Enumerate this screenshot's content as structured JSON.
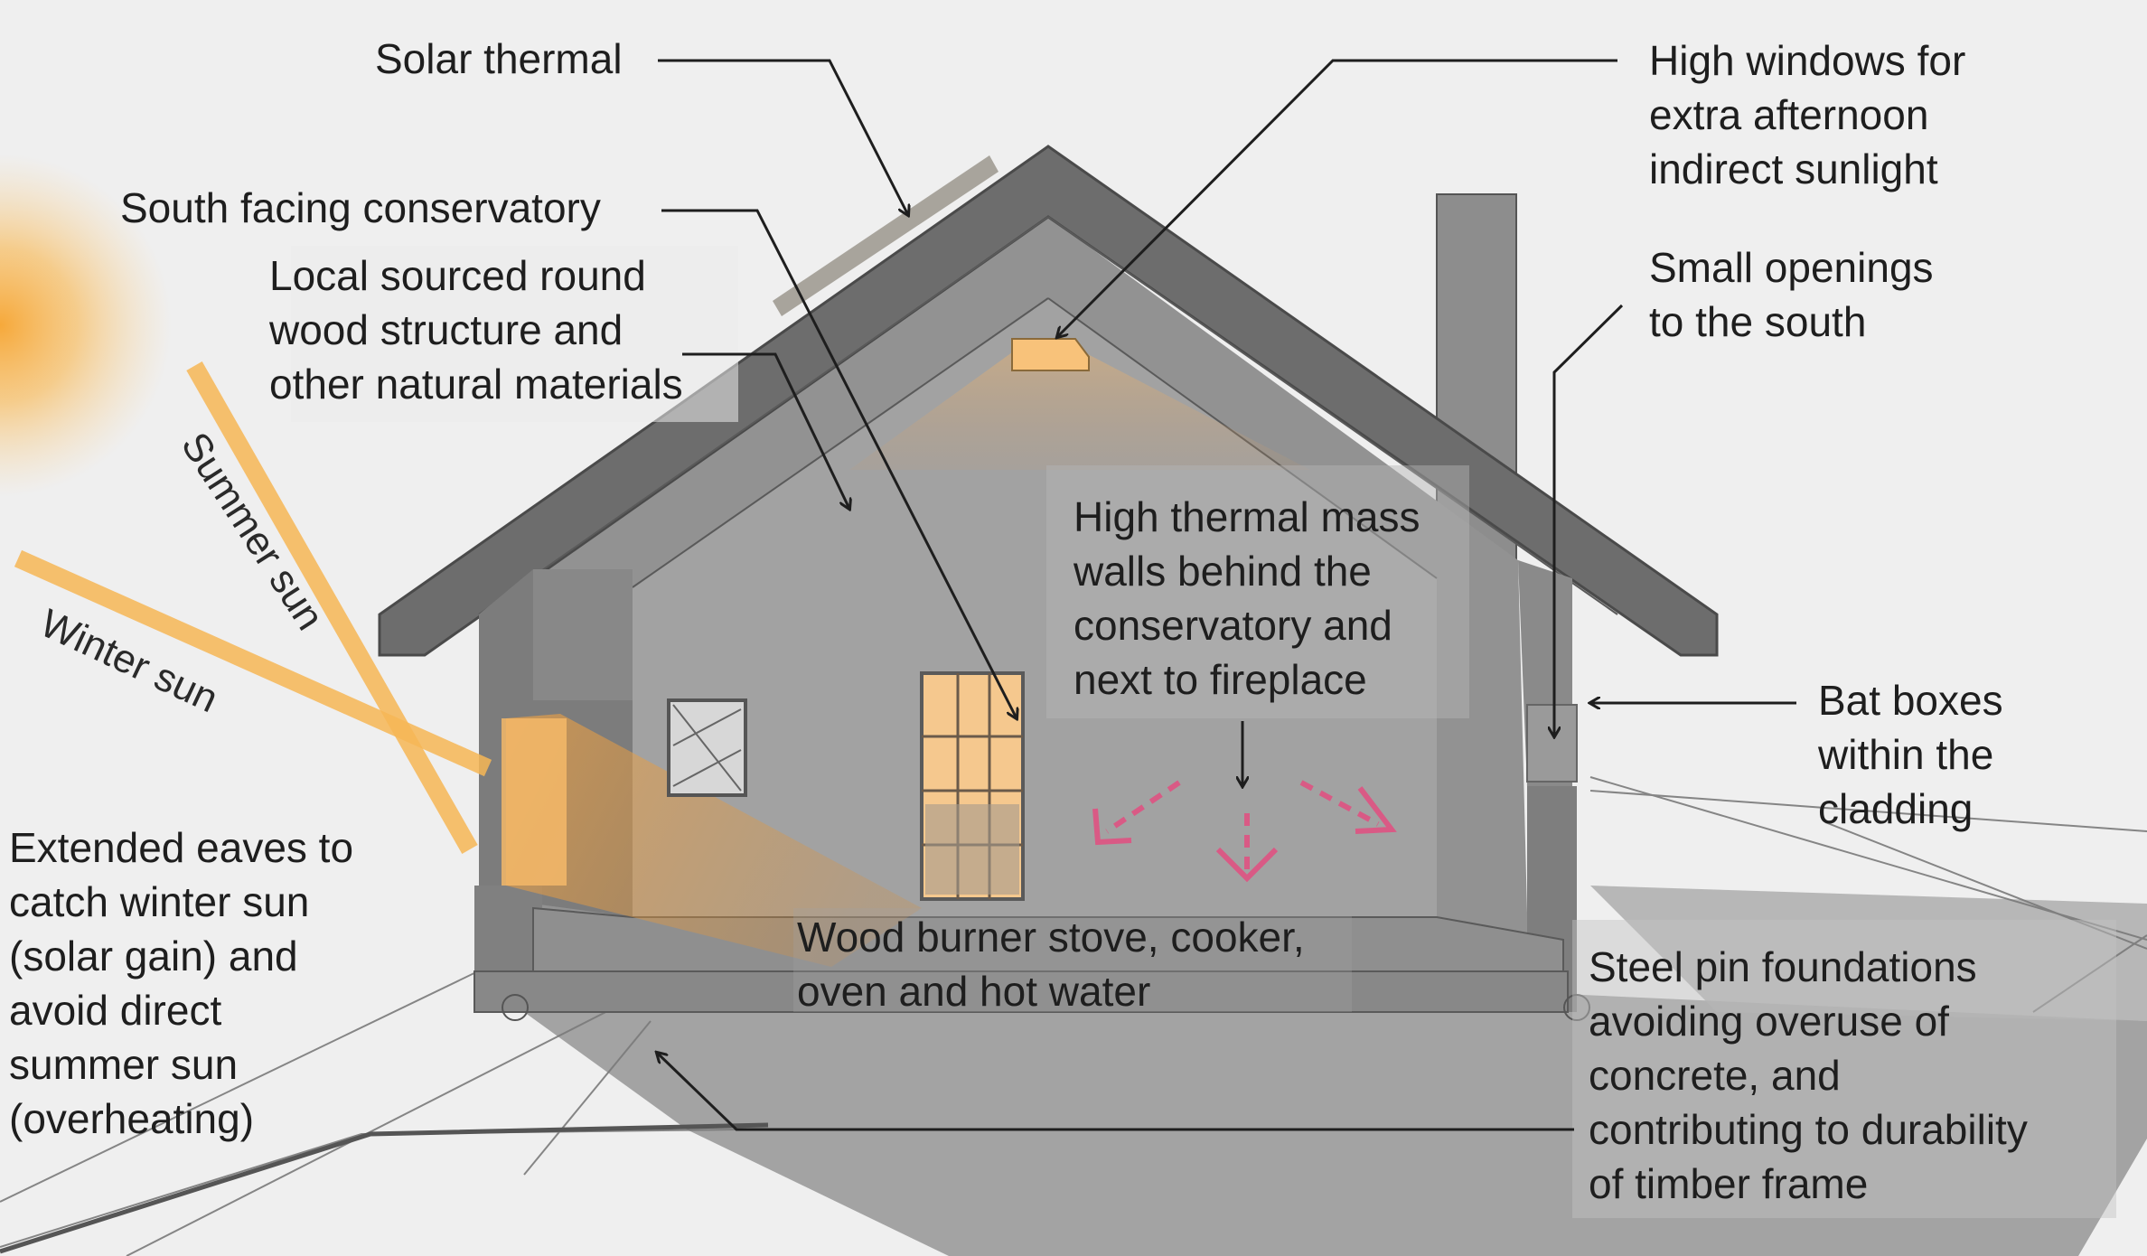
{
  "labels": {
    "solar_thermal": "Solar thermal",
    "south_conservatory": "South facing conservatory",
    "round_wood": "Local sourced round\nwood structure and\nother natural materials",
    "high_windows": "High windows for\nextra afternoon\nindirect sunlight",
    "small_openings": "Small openings\nto the south",
    "thermal_mass": "High thermal mass\nwalls behind the\nconservatory and\nnext to fireplace",
    "bat_boxes": "Bat boxes\nwithin the\ncladding",
    "extended_eaves": "Extended eaves to\ncatch winter sun\n(solar gain) and\navoid direct\nsummer sun\n(overheating)",
    "wood_burner": "Wood burner stove, cooker,\noven and hot water",
    "steel_pin": "Steel pin foundations\navoiding overuse of\nconcrete, and\ncontributing to durability\nof timber frame",
    "summer_sun": "Summer sun",
    "winter_sun": "Winter sun"
  },
  "colors": {
    "background": "#efefef",
    "house_dark": "#6e6e6e",
    "house_mid": "#939393",
    "wall_light": "#9a9a9a",
    "sun_orange": "#f7b756",
    "heat_arrow": "#d95a85",
    "leader_line": "#1e1e1e"
  }
}
